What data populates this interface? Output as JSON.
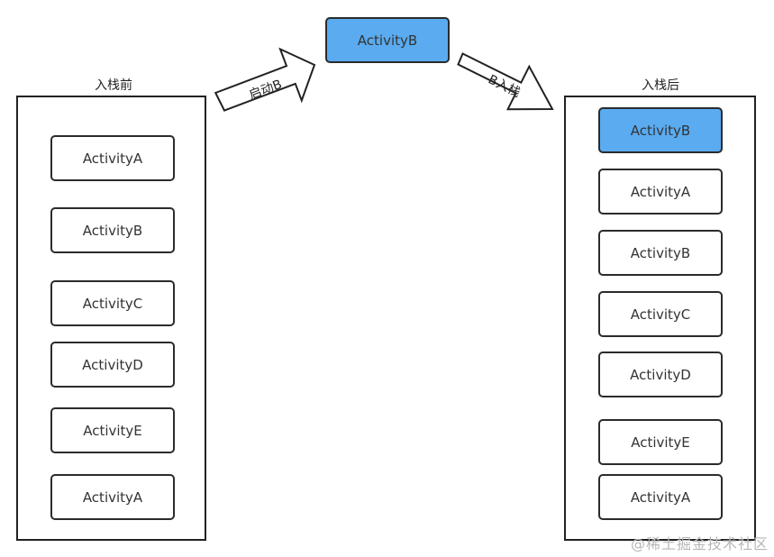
{
  "left_stack": {
    "label": "入栈前",
    "items": [
      "ActivityA",
      "ActivityB",
      "ActivityC",
      "ActivityD",
      "ActivityE",
      "ActivityA"
    ]
  },
  "launched": {
    "label": "ActivityB",
    "color": "#5aabf0"
  },
  "arrows": {
    "start_label": "启动B",
    "push_label": "B入栈"
  },
  "right_stack": {
    "label": "入栈后",
    "items": [
      "ActivityB",
      "ActivityA",
      "ActivityB",
      "ActivityC",
      "ActivityD",
      "ActivityE",
      "ActivityA"
    ],
    "highlight_index": 0
  },
  "watermark": "@稀土掘金技术社区"
}
